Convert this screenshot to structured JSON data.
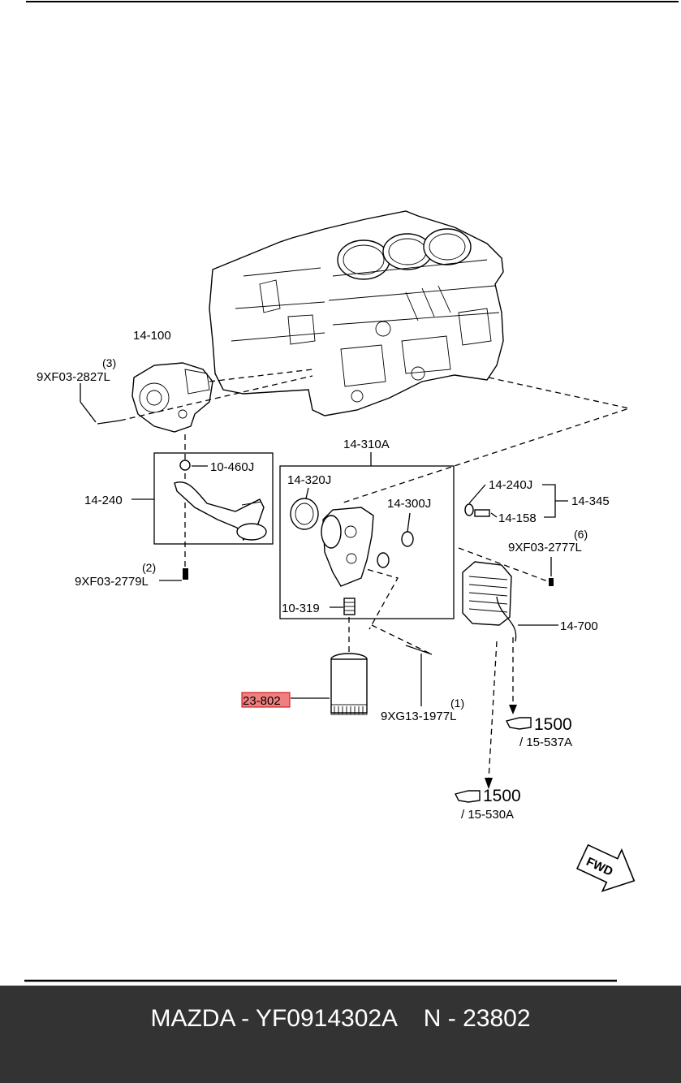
{
  "diagram": {
    "callouts": {
      "p14_100": "14-100",
      "qty3": "(3)",
      "b9xf03_2827l": "9XF03-2827L",
      "p10_460j": "10-460J",
      "p14_240": "14-240",
      "qty2": "(2)",
      "b9xf03_2779l": "9XF03-2779L",
      "p14_310a": "14-310A",
      "p14_320j": "14-320J",
      "p14_300j": "14-300J",
      "p10_319": "10-319",
      "p14_240j": "14-240J",
      "p14_345": "14-345",
      "p14_158": "14-158",
      "qty6": "(6)",
      "b9xf03_2777l": "9XF03-2777L",
      "p14_700": "14-700",
      "highlight_part": "23-802",
      "qty1": "(1)",
      "b9xg13_1977l": "9XG13-1977L",
      "ref1_num": "1500",
      "ref1_sub": "/ 15-537A",
      "ref2_num": "1500",
      "ref2_sub": "/ 15-530A",
      "fwd": "FWD"
    },
    "highlight_color": "#f08080"
  },
  "footer": {
    "text": "MAZDA - YF0914302A    N - 23802",
    "background": "#333333"
  }
}
